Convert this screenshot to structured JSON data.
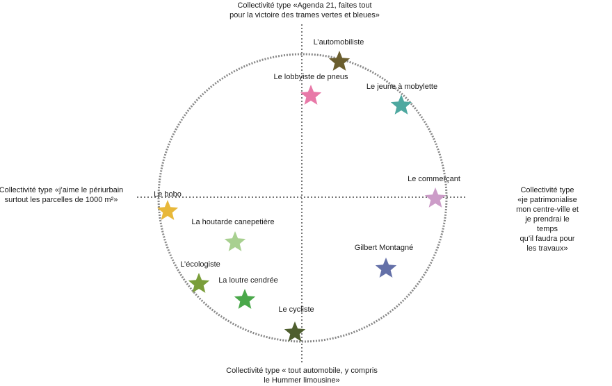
{
  "axes": {
    "top": "Collectivité type «Agenda 21, faites tout\npour la victoire des trames vertes et bleues»",
    "left": "Collectivité type «j’aime le périurbain\nsurtout les parcelles de 1000 m²»",
    "right": "Collectivité type «je patrimonialise\nmon centre-ville et je prendrai le temps\nqu’il faudra pour les travaux»",
    "bottom": "Collectivité type « tout automobile, y compris\nle Hummer limousine»"
  },
  "stars": [
    {
      "label": "L’automobiliste",
      "color": "#6b5e2e"
    },
    {
      "label": "Le lobbyiste de pneus",
      "color": "#e879a8"
    },
    {
      "label": "Le jeune à mobylette",
      "color": "#4ea8a0"
    },
    {
      "label": "Le commerçant",
      "color": "#cc9cc8"
    },
    {
      "label": "Le bobo",
      "color": "#e8b83a"
    },
    {
      "label": "La houtarde canepetière",
      "color": "#a8d090"
    },
    {
      "label": "L’écologiste",
      "color": "#7a9e3a"
    },
    {
      "label": "La loutre cendrée",
      "color": "#4aa84a"
    },
    {
      "label": "Le cycliste",
      "color": "#4e5e2e"
    },
    {
      "label": "Gilbert Montagné",
      "color": "#6470a8"
    }
  ]
}
